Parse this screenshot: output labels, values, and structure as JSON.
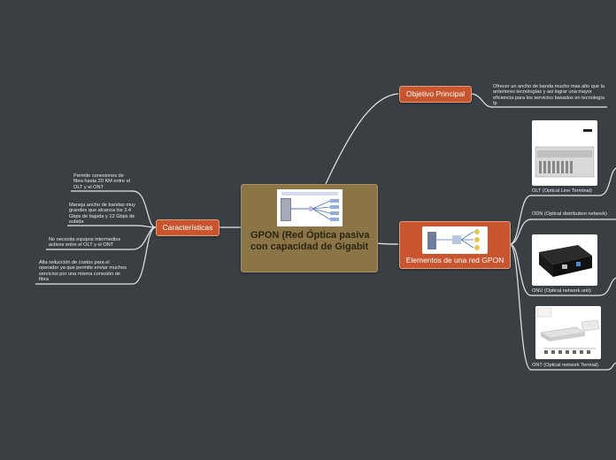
{
  "central": {
    "title": "GPON (Red Óptica pasiva con capacidad de Gigabit",
    "image_label": "GPON network diagram"
  },
  "objetivo": {
    "label": "Objetivo Principal",
    "text": "Ofrecer un ancho de banda mucho mas alto que la anteriores tecnologías y asi lograr una mayor eficiencia para los servicios basados en tecnología Ip"
  },
  "caracteristicas": {
    "label": "Características",
    "items": [
      "Permite conexiones de fibra hasta 20 KM entre el OLT y el ONT",
      "Maneja ancho de bandas muy grandes que alcanza los 2.4 Gbps de bajada y 12 Gbps de subida",
      "No necesita equipos intermedios activos entre el OLT y el ONT",
      "Alta reducción de costos para el operador ya que permite enviar muchos servicios por una misma conexión de fibra"
    ]
  },
  "elementos": {
    "label": "Elementos de una red GPON",
    "items": [
      {
        "label": "OLT (Optical Line Terminal)",
        "icon": "olt-device-image"
      },
      {
        "label": "ODN (Optical distribution network)"
      },
      {
        "label": "ONU (Optical network unit)",
        "icon": "onu-device-image"
      },
      {
        "label": "ONT (Optical network Termial)",
        "icon": "ont-device-image"
      }
    ]
  },
  "colors": {
    "background": "#3a3f44",
    "central": "#8b7547",
    "topic": "#c8552e",
    "line": "#e6e6e6"
  }
}
